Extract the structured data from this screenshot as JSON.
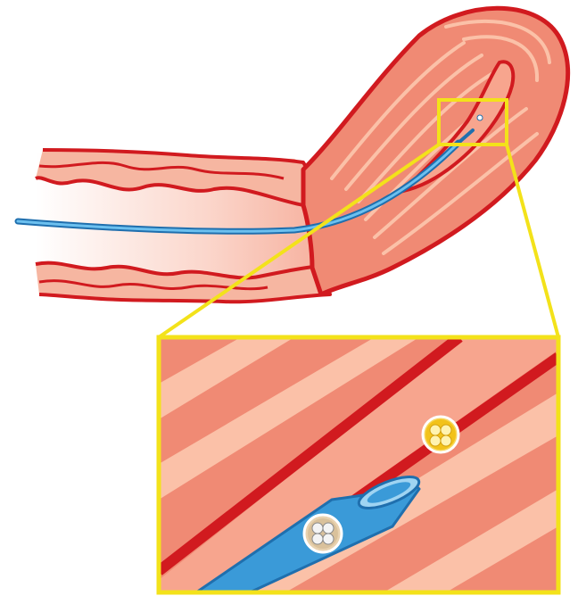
{
  "illustration": {
    "labels": [],
    "colors": {
      "background": "#ffffff",
      "tissue_outline": "#d11a1f",
      "tissue_fill": "#f08a74",
      "tissue_light": "#fbc1a8",
      "lumen": "#f7a58e",
      "catheter": "#3a9ad8",
      "catheter_dark": "#1f6fae",
      "catheter_light": "#9fd4f2",
      "zoom_frame": "#f3e21a",
      "cell_cluster_gold": "#f2c21a",
      "cell_cluster_white": "#f4f4f4"
    },
    "icons": [
      "endoscope-catheter",
      "cell-cluster-in-lumen",
      "cell-cluster-in-needle",
      "zoom-callout-box"
    ]
  }
}
